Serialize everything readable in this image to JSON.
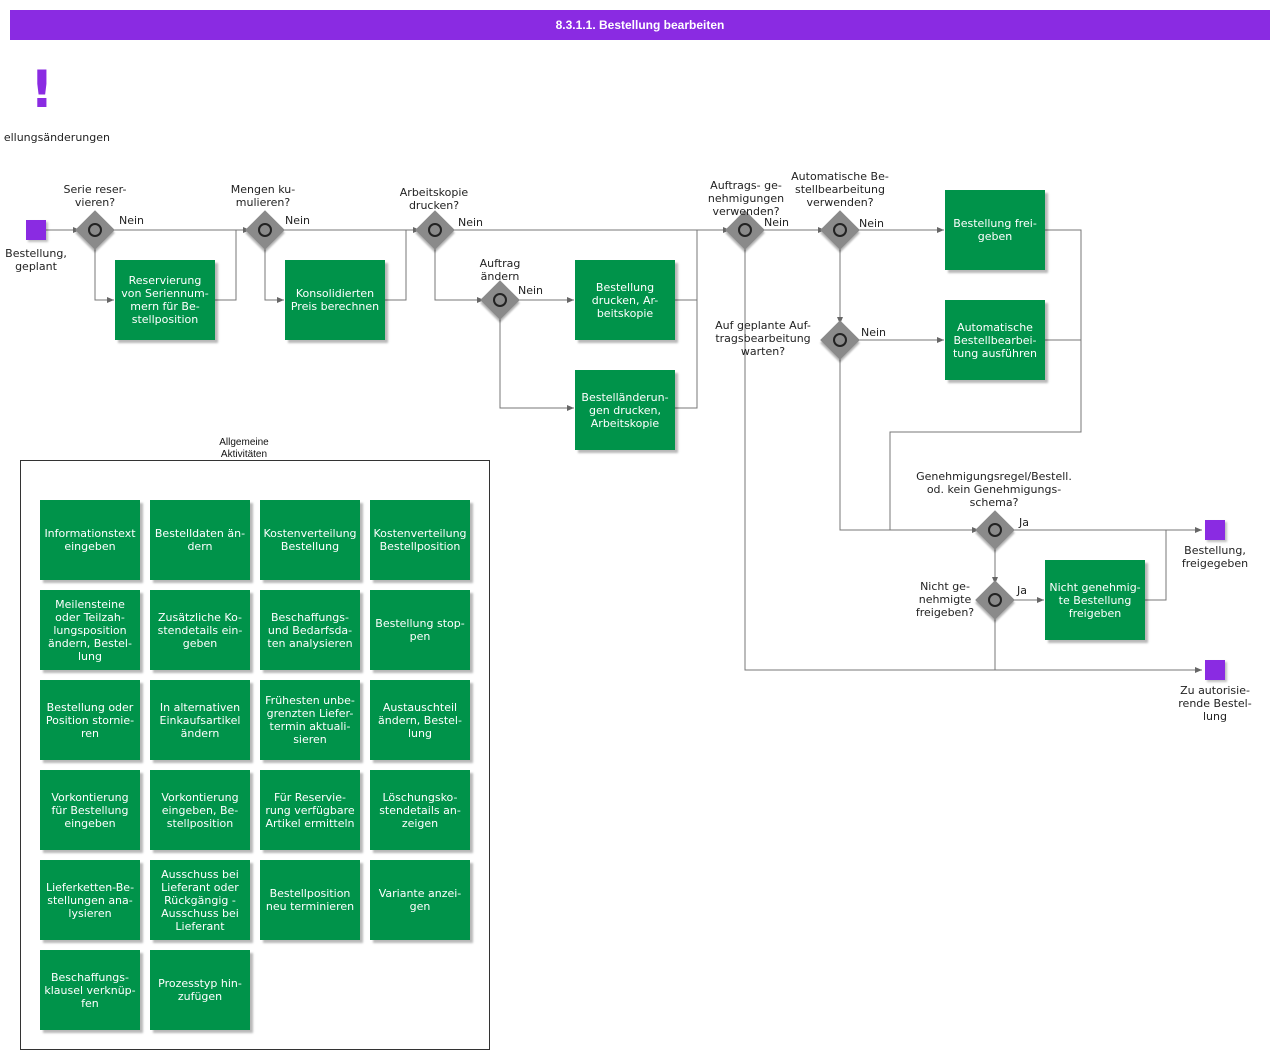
{
  "title": "8.3.1.1. Bestellung bearbeiten",
  "icons": {
    "warning": "exclamation-icon"
  },
  "colors": {
    "header": "#8a2be2",
    "activity": "#00934a",
    "event": "#8a2be2",
    "gateway": "#8a8a8a"
  },
  "trigger": {
    "label": "ellungsänderungen"
  },
  "events": {
    "start": "Bestellung,\ngeplant",
    "end_released": "Bestellung,\nfreigegeben",
    "end_authorize": "Zu autorisie-\nrende Bestel-\nlung"
  },
  "gateways": {
    "serie": "Serie reser-\nvieren?",
    "mengen": "Mengen ku-\nmulieren?",
    "arbeitskopie": "Arbeitskopie\ndrucken?",
    "auftrag": "Auftrag\nändern",
    "auftragsgen": "Auftrags- ge-\nnehmigungen\nverwenden?",
    "automatische": "Automatische Be-\nstellbearbeitung\nverwenden?",
    "warten": "Auf geplante Auf-\ntragsbearbeitung\nwarten?",
    "regel": "Genehmigungsregel/Bestell.\nod. kein Genehmigungs-\nschema?",
    "nicht": "Nicht ge-\nnehmigte\nfreigeben?"
  },
  "flow_labels": {
    "no1": "Nein",
    "no2": "Nein",
    "no3": "Nein",
    "no4": "Nein",
    "no5": "Nein",
    "no6": "Nein",
    "no7": "Nein",
    "yes1": "Ja",
    "yes2": "Ja"
  },
  "activities": {
    "reservierung": "Reservierung\nvon Seriennum-\nmern für Be-\nstellposition",
    "konsolidierten": "Konsolidierten\nPreis berechnen",
    "drucken": "Bestellung\ndrucken, Ar-\nbeitskopie",
    "aenderungen": "Bestelländerun-\ngen drucken,\nArbeitskopie",
    "freigeben": "Bestellung frei-\ngeben",
    "ausfuehren": "Automatische\nBestellbearbei-\ntung ausführen",
    "nicht_genehmigt": "Nicht genehmig-\nte Bestellung\nfreigeben"
  },
  "group": {
    "title": "Allgemeine\nAktivitäten",
    "items": [
      "Informationstext\neingeben",
      "Bestelldaten än-\ndern",
      "Kostenverteilung\nBestellung",
      "Kostenverteilung\nBestellposition",
      "Meilensteine\noder Teilzah-\nlungsposition\nändern, Bestel-\nlung",
      "Zusätzliche Ko-\nstendetails ein-\ngeben",
      "Beschaffungs-\nund Bedarfsda-\nten analysieren",
      "Bestellung stop-\npen",
      "Bestellung oder\nPosition stornie-\nren",
      "In alternativen\nEinkaufsartikel\nändern",
      "Frühesten unbe-\ngrenzten Liefer-\ntermin aktuali-\nsieren",
      "Austauschteil\nändern, Bestel-\nlung",
      "Vorkontierung\nfür Bestellung\neingeben",
      "Vorkontierung\neingeben, Be-\nstellposition",
      "Für Reservie-\nrung verfügbare\nArtikel ermitteln",
      "Löschungsko-\nstendetails an-\nzeigen",
      "Lieferketten-Be-\nstellungen ana-\nlysieren",
      "Ausschuss bei\nLieferant oder\nRückgängig -\nAusschuss bei\nLieferant",
      "Bestellposition\nneu terminieren",
      "Variante anzei-\ngen",
      "Beschaffungs-\nklausel verknüp-\nfen",
      "Prozesstyp hin-\nzufügen"
    ]
  }
}
